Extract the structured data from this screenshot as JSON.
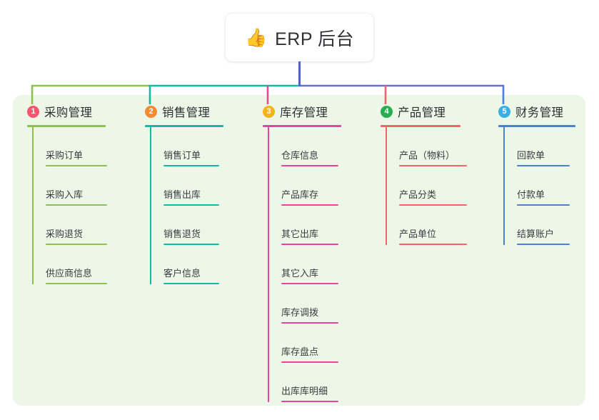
{
  "root": {
    "icon": "thumbs-up-icon",
    "emoji": "👍",
    "title": "ERP 后台"
  },
  "palette": {
    "panel_background": "#edf7e8",
    "page_background": "#ffffff",
    "root_stem": "#4f63b8",
    "bus_left": "#8cc152",
    "bus_mid": "#12b9a4",
    "bus_right": "#6a6fc4",
    "text": "#2f3135"
  },
  "columns": [
    {
      "number": "1",
      "badge_color": "#f6546f",
      "line_color": "#8cc152",
      "title": "采购管理",
      "items": [
        "采购订单",
        "采购入库",
        "采购退货",
        "供应商信息"
      ]
    },
    {
      "number": "2",
      "badge_color": "#f58a32",
      "line_color": "#12b9a4",
      "title": "销售管理",
      "items": [
        "销售订单",
        "销售出库",
        "销售退货",
        "客户信息"
      ]
    },
    {
      "number": "3",
      "badge_color": "#f5b317",
      "line_color": "#e8449a",
      "title": "库存管理",
      "items": [
        "仓库信息",
        "产品库存",
        "其它出库",
        "其它入库",
        "库存调拨",
        "库存盘点",
        "出库库明细"
      ]
    },
    {
      "number": "4",
      "badge_color": "#27ae50",
      "line_color": "#f2636a",
      "title": "产品管理",
      "items": [
        "产品（物料）",
        "产品分类",
        "产品单位"
      ]
    },
    {
      "number": "5",
      "badge_color": "#35b0e8",
      "line_color": "#4f7fd4",
      "title": "财务管理",
      "items": [
        "回款单",
        "付款单",
        "结算账户"
      ]
    }
  ]
}
